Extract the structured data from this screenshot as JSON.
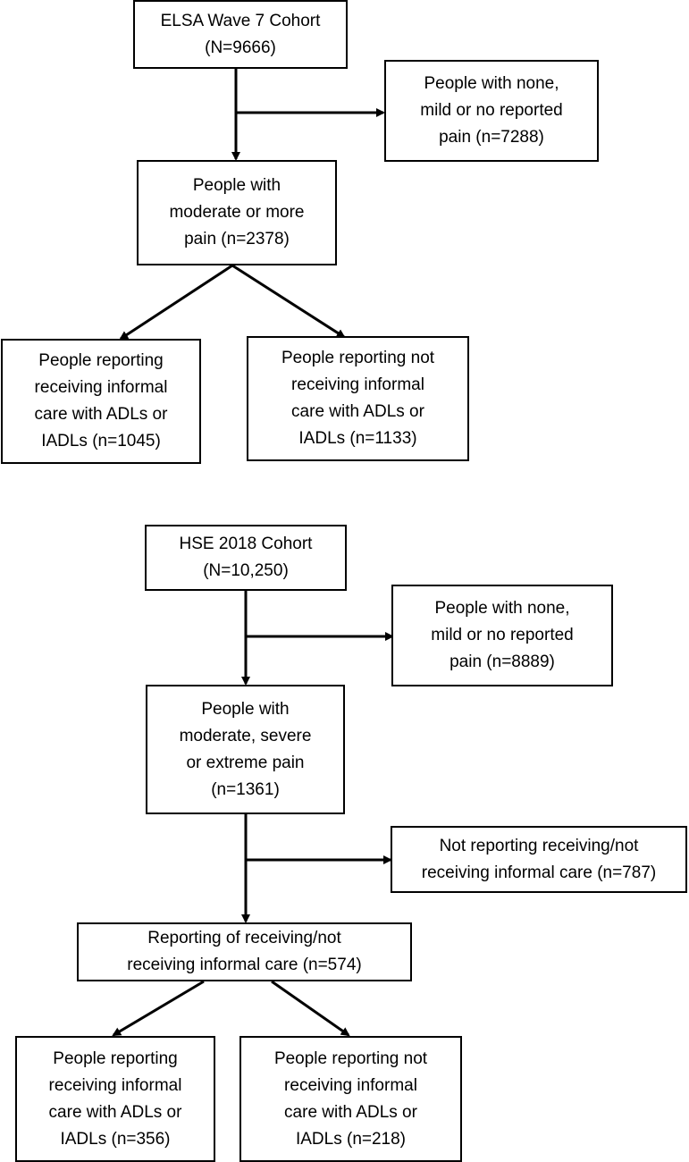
{
  "elsa": {
    "cohort": "ELSA Wave 7 Cohort\n(N=9666)",
    "excluded": "People with none,\nmild or no reported\npain (n=7288)",
    "pain": "People with\nmoderate or more\npain (n=2378)",
    "receiving": "People reporting\nreceiving informal\ncare with ADLs or\nIADLs (n=1045)",
    "not_receiving": "People reporting not\nreceiving informal\ncare with ADLs or\nIADLs (n=1133)"
  },
  "hse": {
    "cohort": "HSE 2018 Cohort\n(N=10,250)",
    "excluded": "People with none,\nmild or no reported\npain (n=8889)",
    "pain": "People with\nmoderate, severe\nor extreme pain\n(n=1361)",
    "not_reporting": "Not reporting receiving/not\nreceiving informal care (n=787)",
    "reporting": "Reporting of receiving/not\nreceiving informal care (n=574)",
    "receiving": "People reporting\nreceiving informal\ncare with ADLs or\nIADLs (n=356)",
    "not_receiving": "People reporting not\nreceiving informal\ncare with ADLs or\nIADLs (n=218)"
  }
}
